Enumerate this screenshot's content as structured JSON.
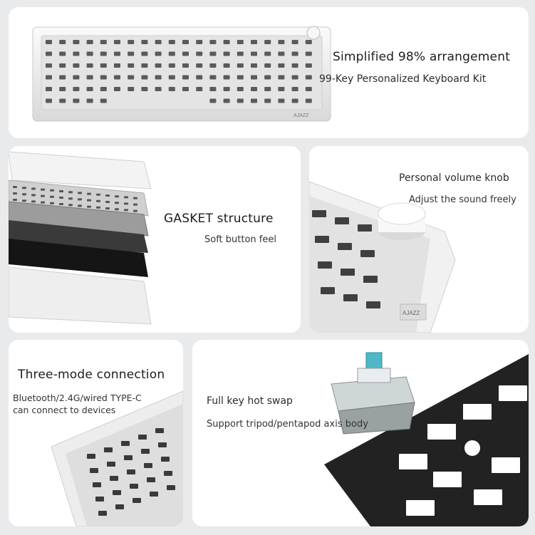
{
  "panels": {
    "top": {
      "title": "Simplified 98% arrangement",
      "subtitle": "99-Key Personalized Keyboard Kit",
      "brand_mark": "AJAZZ"
    },
    "gasket": {
      "title": "GASKET structure",
      "subtitle": "Soft button feel"
    },
    "knob": {
      "title": "Personal volume knob",
      "subtitle": "Adjust the sound freely",
      "brand_mark": "AJAZZ"
    },
    "connection": {
      "title": "Three-mode connection",
      "subtitle_line1": "Bluetooth/2.4G/wired TYPE-C",
      "subtitle_line2": "can connect to devices"
    },
    "hotswap": {
      "title": "Full key hot swap",
      "subtitle": "Support tripod/pentapod axis body"
    }
  },
  "colors": {
    "page_background": "#e9eaec",
    "panel_background": "#ffffff",
    "keyboard_case": "#f2f2f2",
    "switch_stem": "#4fb8c8",
    "plate_dark": "#232323"
  }
}
